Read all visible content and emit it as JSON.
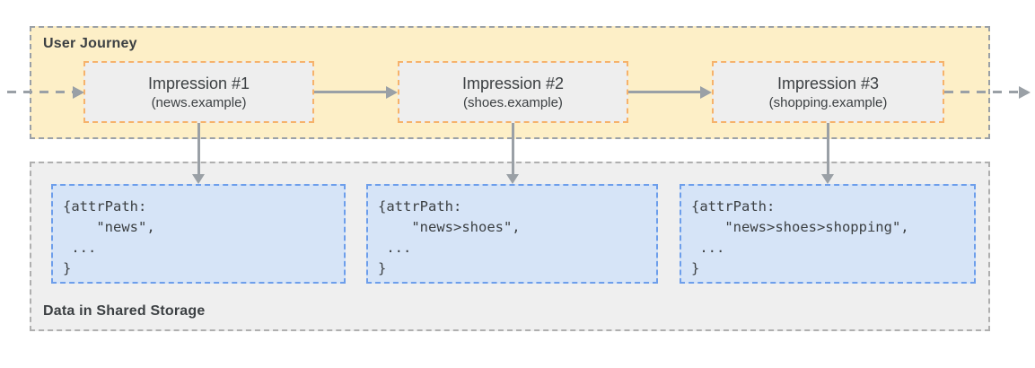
{
  "diagram": {
    "description": "User journey impressions writing attribution path data into shared storage"
  },
  "user_journey": {
    "label": "User Journey",
    "impressions": [
      {
        "title": "Impression #1",
        "subtitle": "(news.example)"
      },
      {
        "title": "Impression #2",
        "subtitle": "(shoes.example)"
      },
      {
        "title": "Impression #3",
        "subtitle": "(shopping.example)"
      }
    ]
  },
  "shared_storage": {
    "label": "Data in Shared Storage",
    "entries": [
      {
        "code": "{attrPath:\n    \"news\",\n ...\n}"
      },
      {
        "code": "{attrPath:\n    \"news>shoes\",\n ...\n}"
      },
      {
        "code": "{attrPath:\n    \"news>shoes>shopping\",\n ...\n}"
      }
    ]
  },
  "colors": {
    "journey_panel_bg": "#FDEFC7",
    "journey_panel_border": "#9AA0A6",
    "impression_box_bg": "#EEEEEE",
    "impression_box_border": "#F6B26B",
    "storage_panel_bg": "#EFEFEF",
    "storage_panel_border": "#AFAFAF",
    "data_box_bg": "#D6E4F7",
    "data_box_border": "#6D9EEB",
    "arrow": "#9AA0A6",
    "text": "#3C4043"
  }
}
